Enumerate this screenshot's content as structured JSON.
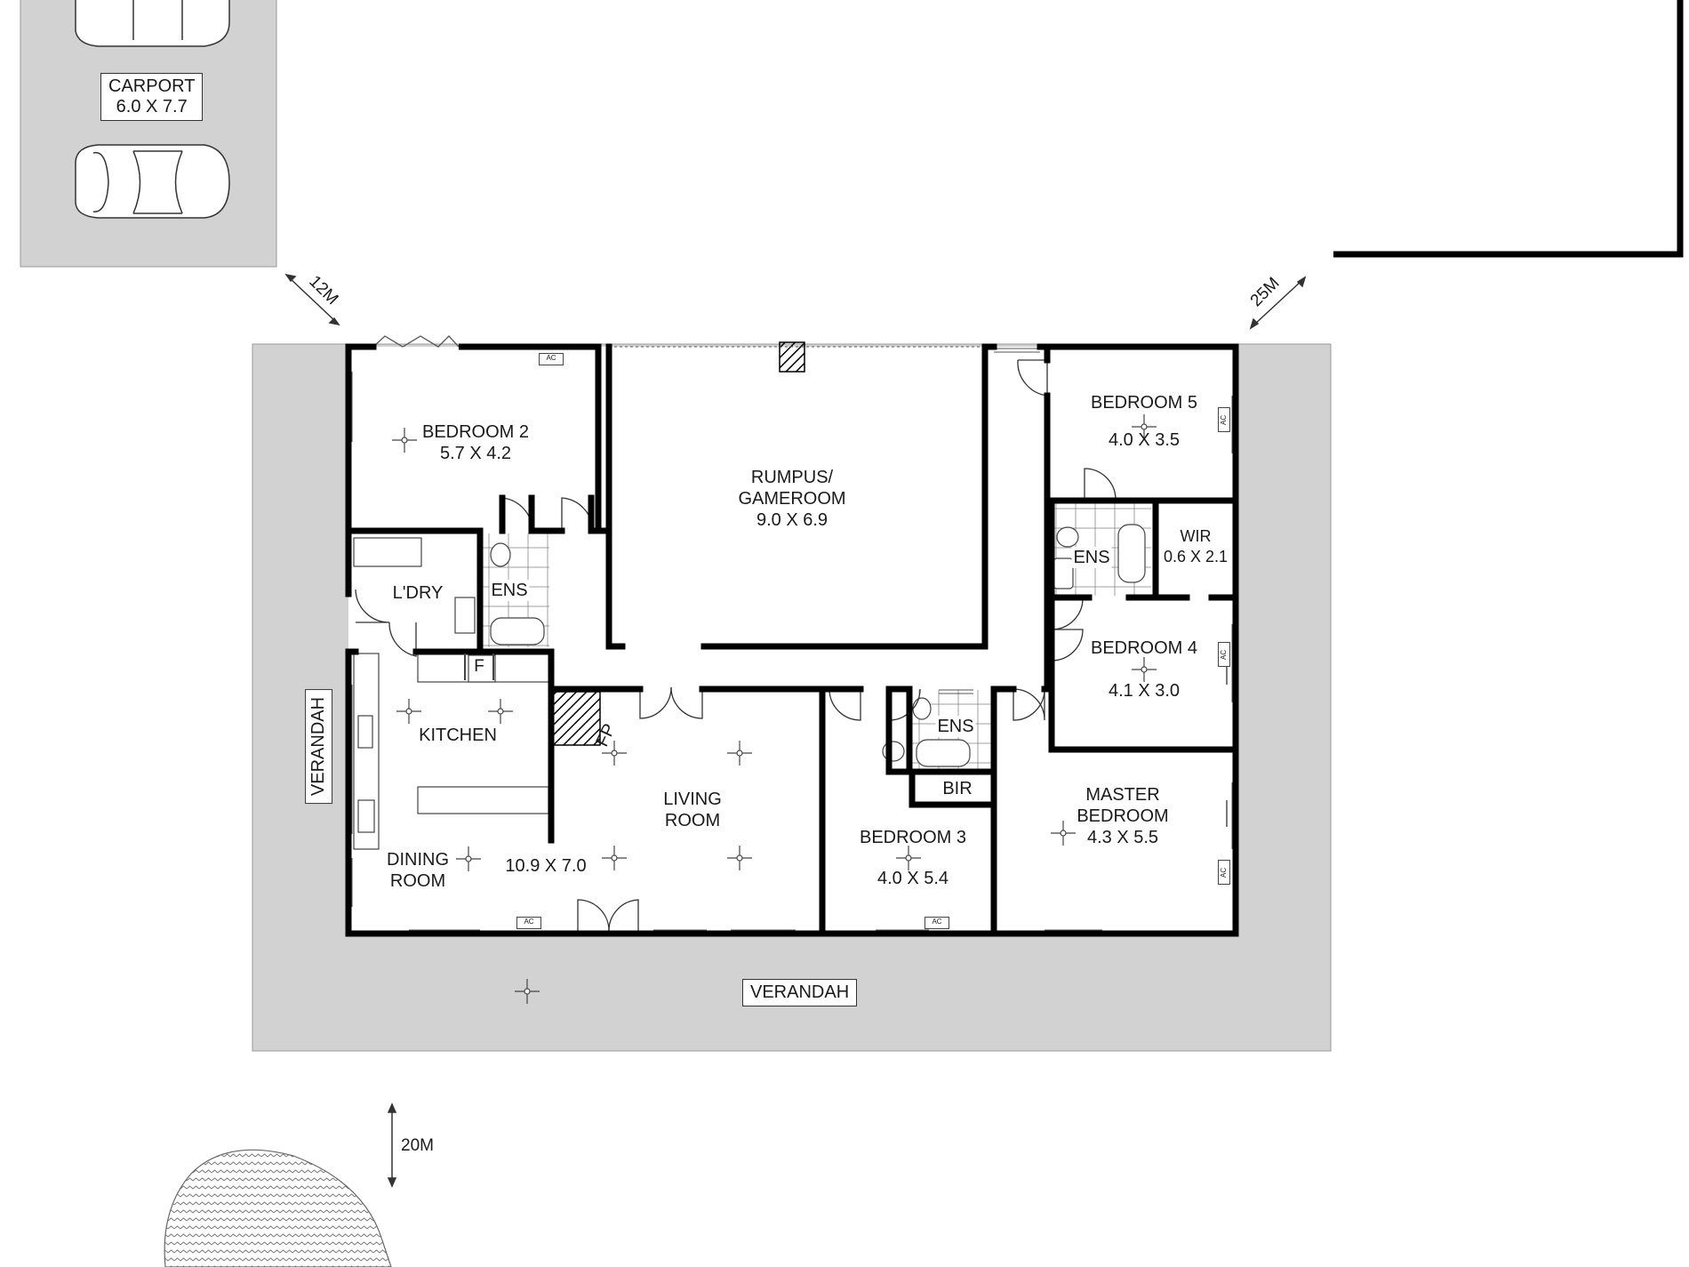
{
  "rooms": {
    "carport": {
      "name": "CARPORT",
      "size": "6.0 X 7.7"
    },
    "bedroom2": {
      "name": "BEDROOM 2",
      "size": "5.7 X 4.2"
    },
    "rumpus": {
      "line1": "RUMPUS/",
      "line2": "GAMEROOM",
      "size": "9.0 X 6.9"
    },
    "bedroom5": {
      "name": "BEDROOM 5",
      "size": "4.0 X 3.5"
    },
    "wir": {
      "name": "WIR",
      "size": "0.6 X 2.1"
    },
    "bedroom4": {
      "name": "BEDROOM 4",
      "size": "4.1 X 3.0"
    },
    "laundry": {
      "name": "L'DRY"
    },
    "ens_left": {
      "name": "ENS"
    },
    "ens_right": {
      "name": "ENS"
    },
    "ens_mid": {
      "name": "ENS"
    },
    "fridge": {
      "name": "F"
    },
    "fireplace": {
      "name": "FP"
    },
    "kitchen": {
      "name": "KITCHEN"
    },
    "dining": {
      "line1": "DINING",
      "line2": "ROOM"
    },
    "living": {
      "line1": "LIVING",
      "line2": "ROOM",
      "size": "10.9 X 7.0"
    },
    "bir": {
      "name": "BIR"
    },
    "bedroom3": {
      "name": "BEDROOM 3",
      "size": "4.0 X 5.4"
    },
    "master": {
      "line1": "MASTER",
      "line2": "BEDROOM",
      "size": "4.3 X 5.5"
    }
  },
  "verandah": {
    "west": "VERANDAH",
    "south": "VERANDAH"
  },
  "dimensions": {
    "nw": "12M",
    "ne": "25M",
    "south": "20M"
  },
  "ac_label": "AC",
  "colors": {
    "wall": "#000000",
    "deck": "#d2d2d2",
    "outline": "#333333"
  }
}
